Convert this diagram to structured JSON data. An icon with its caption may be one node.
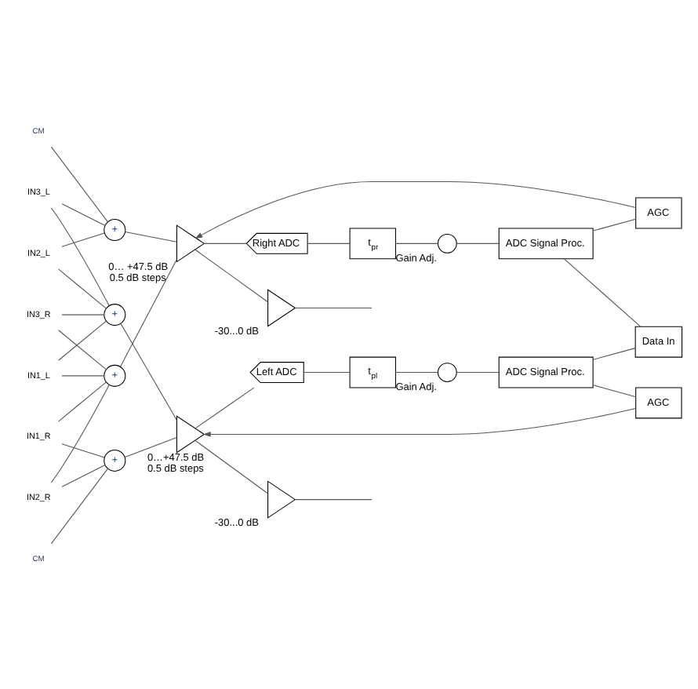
{
  "diagram": {
    "nodes": [
      {
        "text": [
          "IN1_L"
        ]
      },
      {
        "text": [
          "IN2_L"
        ]
      },
      {
        "text": [
          "IN3_L"
        ]
      },
      {
        "text": [
          "+"
        ]
      },
      {
        "text": [
          "+"
        ]
      },
      {
        "text": [
          "CM"
        ]
      },
      {
        "text": [],
        "shape": "triangle",
        "beside": [
          "0…+47.5 dB",
          "0.5 dB steps"
        ]
      },
      {
        "text": [
          "Left ADC"
        ]
      },
      {
        "text": [
          "t$_{pl}$"
        ]
      },
      {
        "text": [],
        "shape": "circle",
        "beside": [
          "Gain Adj."
        ]
      },
      {
        "text": [
          "ADC Signal Proc."
        ]
      },
      {
        "text": [
          "AGC"
        ]
      },
      {
        "text": [],
        "shape": "triangle",
        "beside": [
          "-30...0 dB"
        ]
      },
      {
        "text": [
          "Data In"
        ]
      },
      {
        "text": [],
        "shape": "triangle",
        "beside": [
          "-30...0 dB"
        ]
      },
      {
        "text": [
          "CM"
        ]
      },
      {
        "text": [
          "+"
        ]
      },
      {
        "text": [
          "+"
        ]
      },
      {
        "text": [],
        "shape": "triangle",
        "beside": [
          "0… +47.5 dB",
          "0.5 dB steps"
        ]
      },
      {
        "text": [
          "Right ADC"
        ]
      },
      {
        "text": [
          "t$_{pr}$"
        ]
      },
      {
        "text": [],
        "shape": "circle",
        "beside": [
          "Gain Adj."
        ]
      },
      {
        "text": [
          "ADC Signal Proc."
        ]
      },
      {
        "text": [
          "AGC"
        ]
      },
      {
        "text": [
          "IN3_R"
        ]
      },
      {
        "text": [
          "IN2_R"
        ]
      },
      {
        "text": [
          "IN1_R"
        ]
      }
    ],
    "edges": [
      {
        "from": 0,
        "to": 3,
        "arrow": "none"
      },
      {
        "from": 1,
        "to": 3,
        "arrow": "none"
      },
      {
        "from": 2,
        "to": 3,
        "arrow": "none"
      },
      {
        "from": 24,
        "to": 3,
        "arrow": "none"
      },
      {
        "from": 25,
        "to": 4,
        "arrow": "none"
      },
      {
        "from": 26,
        "to": 4,
        "arrow": "none"
      },
      {
        "from": 5,
        "to": 4,
        "arrow": "none"
      },
      {
        "from": 3,
        "to": 6,
        "arrow": "none"
      },
      {
        "from": 4,
        "to": 6,
        "arrow": "none"
      },
      {
        "from": 6,
        "to": 7,
        "arrow": "none"
      },
      {
        "from": 7,
        "to": 8,
        "arrow": "none"
      },
      {
        "from": 8,
        "to": 9,
        "arrow": "none"
      },
      {
        "from": 9,
        "to": 10,
        "arrow": "none"
      },
      {
        "from": 10,
        "to": 11,
        "arrow": "none"
      },
      {
        "from": 11,
        "to": 6,
        "arrow": "to"
      },
      {
        "from": 6,
        "to": 12,
        "arrow": "none"
      },
      {
        "from": 12,
        "to": null,
        "arrow": "none"
      },
      {
        "from": 10,
        "to": 13,
        "arrow": "none"
      },
      {
        "from": 22,
        "to": 13,
        "arrow": "none"
      },
      {
        "from": 15,
        "to": 16,
        "arrow": "none"
      },
      {
        "from": 1,
        "to": 16,
        "arrow": "none"
      },
      {
        "from": 2,
        "to": 16,
        "arrow": "none"
      },
      {
        "from": 0,
        "to": 17,
        "arrow": "none"
      },
      {
        "from": 24,
        "to": 17,
        "arrow": "none"
      },
      {
        "from": 25,
        "to": 17,
        "arrow": "none"
      },
      {
        "from": 26,
        "to": 17,
        "arrow": "none"
      },
      {
        "from": 16,
        "to": 18,
        "arrow": "none"
      },
      {
        "from": 17,
        "to": 18,
        "arrow": "none"
      },
      {
        "from": 18,
        "to": 14,
        "arrow": "none"
      },
      {
        "from": 14,
        "to": null,
        "arrow": "none"
      },
      {
        "from": 18,
        "to": 19,
        "arrow": "none"
      },
      {
        "from": 19,
        "to": 20,
        "arrow": "none"
      },
      {
        "from": 20,
        "to": 21,
        "arrow": "none"
      },
      {
        "from": 21,
        "to": 22,
        "arrow": "none"
      },
      {
        "from": 22,
        "to": 23,
        "arrow": "none"
      },
      {
        "from": 23,
        "to": 18,
        "arrow": "to"
      }
    ]
  }
}
